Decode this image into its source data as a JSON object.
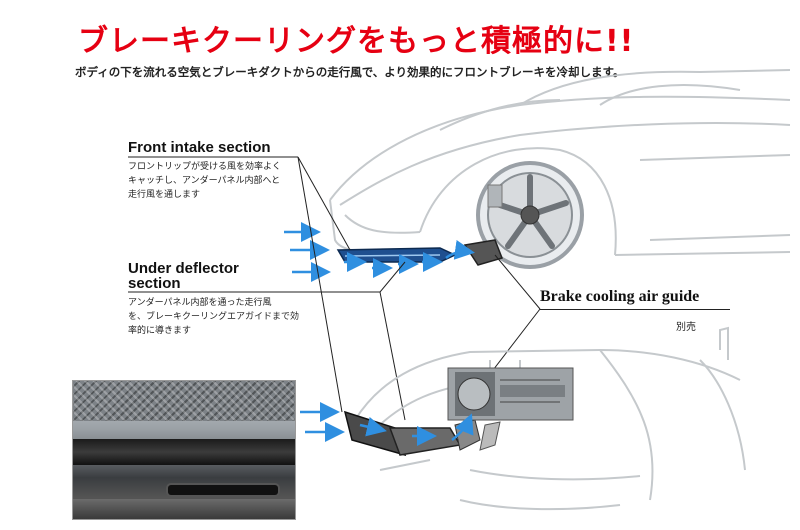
{
  "header": {
    "title": "ブレーキクーリングをもっと積極的に!!",
    "subtitle": "ボディの下を流れる空気とブレーキダクトからの走行風で、より効果的にフロントブレーキを冷却します。"
  },
  "sections": {
    "front_intake": {
      "title": "Front intake section",
      "description": "フロントリップが受ける風を効率よく\nキャッチし、アンダーパネル内部へと\n走行風を通します"
    },
    "under_deflector": {
      "title": "Under deflector\nsection",
      "description": "アンダーパネル内部を通った走行風\nを、ブレーキクーリングエアガイドまで効\n率的に導きます"
    },
    "brake_guide": {
      "title": "Brake cooling air guide",
      "note": "別売"
    }
  },
  "colors": {
    "title_red": "#e60012",
    "arrow_blue": "#2f8fe0",
    "line_gray": "#c5c9cc"
  },
  "icons": [
    "airflow-arrow-icon"
  ]
}
